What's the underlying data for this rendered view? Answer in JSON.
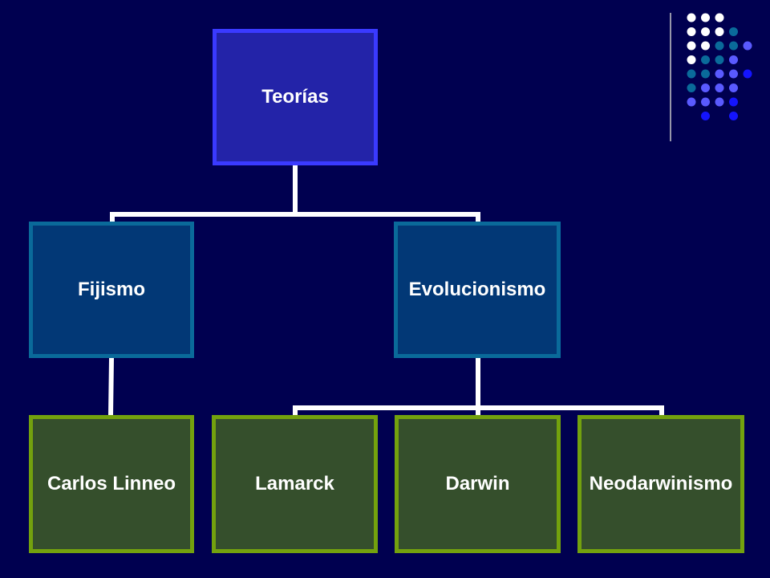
{
  "diagram": {
    "root": {
      "label": "Teorías"
    },
    "branches": [
      {
        "label": "Fijismo",
        "children": [
          {
            "label": "Carlos Linneo"
          }
        ]
      },
      {
        "label": "Evolucionismo",
        "children": [
          {
            "label": "Lamarck"
          },
          {
            "label": "Darwin"
          },
          {
            "label": "Neodarwinismo"
          }
        ]
      }
    ]
  },
  "colors": {
    "background": "#000050",
    "connector": "#ffffff",
    "root_fill": "#2323a8",
    "root_border": "#3a3aff",
    "branch_fill": "#023876",
    "branch_border": "#0a6a9a",
    "leaf_fill": "#354f2c",
    "leaf_border": "#73a10e",
    "dot_white": "#ffffff",
    "dot_teal": "#0a6a9a",
    "dot_periwinkle": "#5a5aff",
    "dot_blue": "#1414ff"
  }
}
